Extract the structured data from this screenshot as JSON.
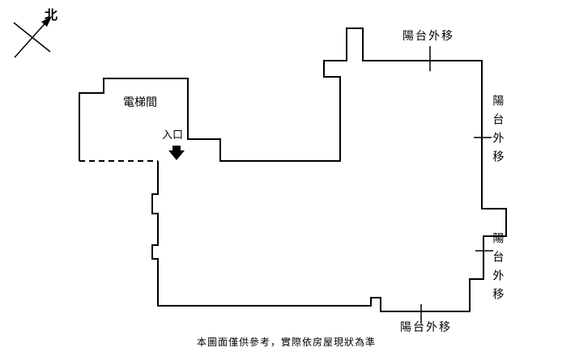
{
  "page": {
    "background": "#ffffff",
    "line_color": "#000000"
  },
  "compass": {
    "north_label": "北"
  },
  "plan": {
    "elevator_room_label": "電梯間",
    "entrance_label": "入口"
  },
  "balcony_labels": {
    "top": "陽台外移",
    "right_upper": "陽台外移",
    "right_lower": "陽台外移",
    "bottom": "陽台外移"
  },
  "footer": {
    "disclaimer": "本圖面僅供參考，實際依房屋現狀為準"
  }
}
